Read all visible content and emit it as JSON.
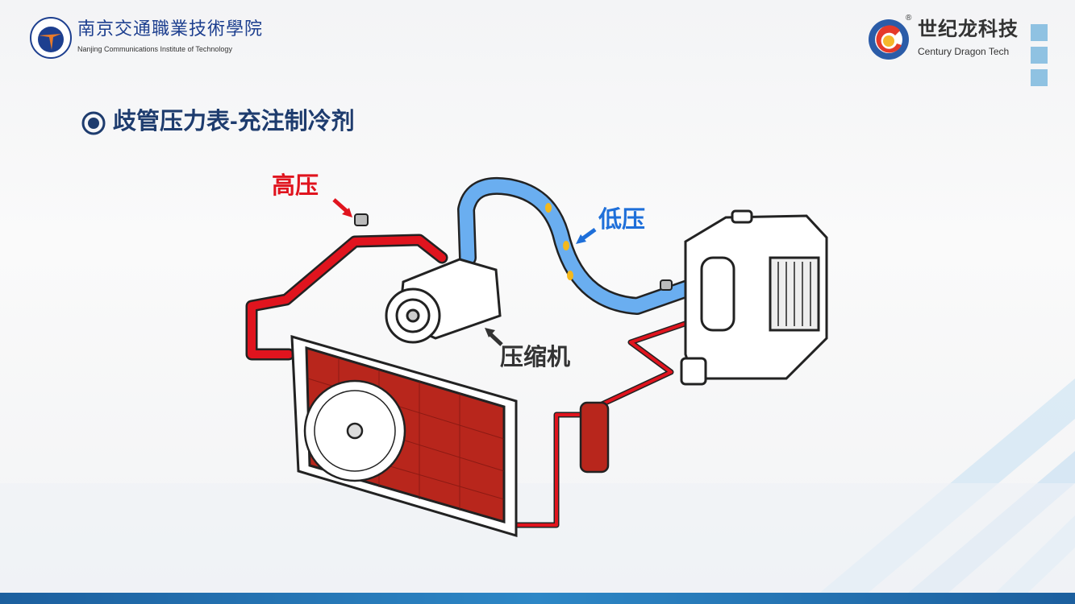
{
  "header": {
    "school_name": "南京交通職業技術學院",
    "school_name_en": "Nanjing Communications Institute of Technology",
    "brand_name": "世纪龙科技",
    "brand_name_en": "Century Dragon Tech",
    "brand_registered": "®"
  },
  "slide": {
    "title": "歧管压力表-充注制冷剂"
  },
  "diagram": {
    "label_high": "高压",
    "label_low": "低压",
    "label_compressor": "压缩机",
    "colors": {
      "high": "#e0141e",
      "low": "#1e6fd9",
      "text": "#333333"
    }
  }
}
